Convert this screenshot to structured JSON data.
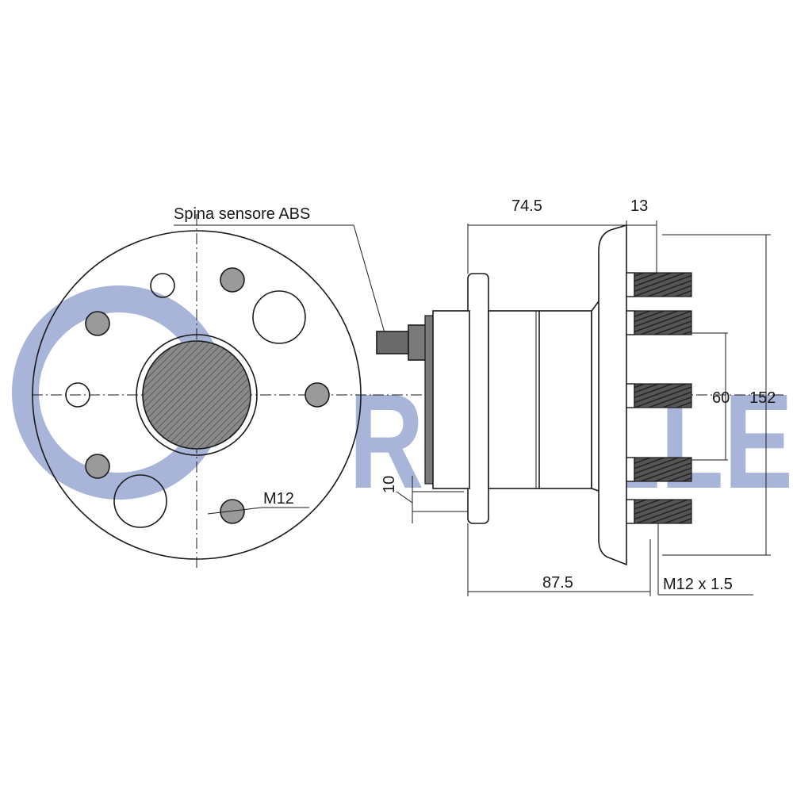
{
  "watermark": {
    "text": "RUVILLE",
    "color": "#a9b5d8"
  },
  "labels": {
    "abs_sensor": "Spina sensore ABS",
    "bolt_thread": "M12",
    "stud_thread": "M12 x 1.5",
    "dim_width_top": "74.5",
    "dim_flange": "13",
    "dim_width_bottom": "87.5",
    "dim_offset": "10",
    "dim_bolt_spacing": "60",
    "dim_diameter": "152"
  }
}
